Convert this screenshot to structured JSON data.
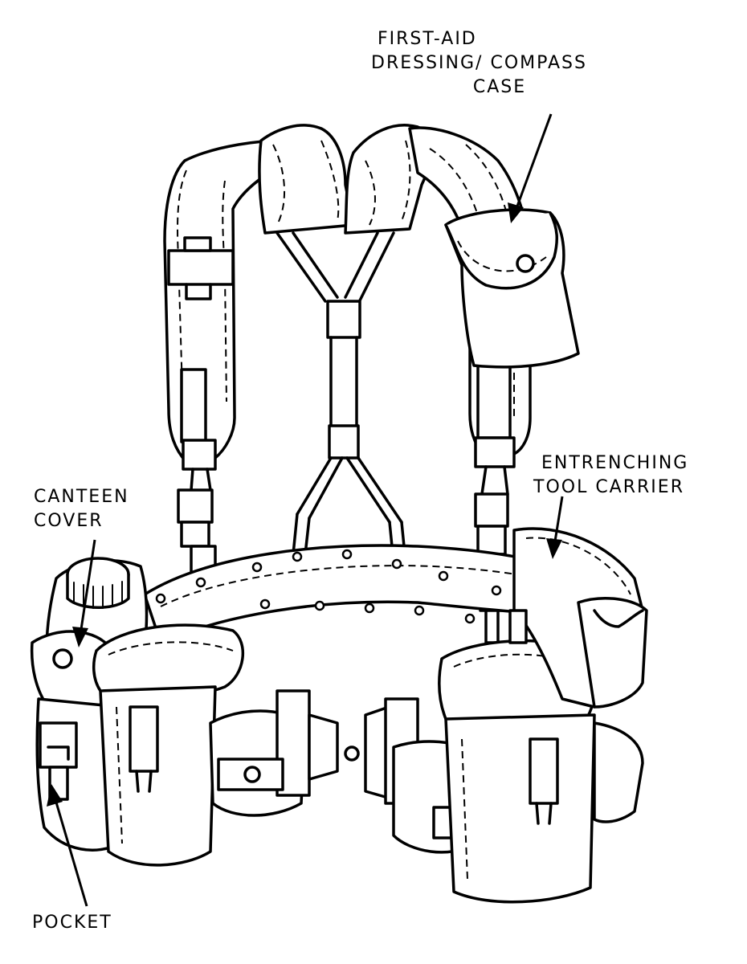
{
  "labels": {
    "first_aid": [
      "FIRST-AID",
      "DRESSING/ COMPASS",
      "CASE"
    ],
    "entrenching": [
      "ENTRENCHING",
      "TOOL CARRIER"
    ],
    "canteen": [
      "CANTEEN",
      "COVER"
    ],
    "pocket": "POCKET"
  }
}
